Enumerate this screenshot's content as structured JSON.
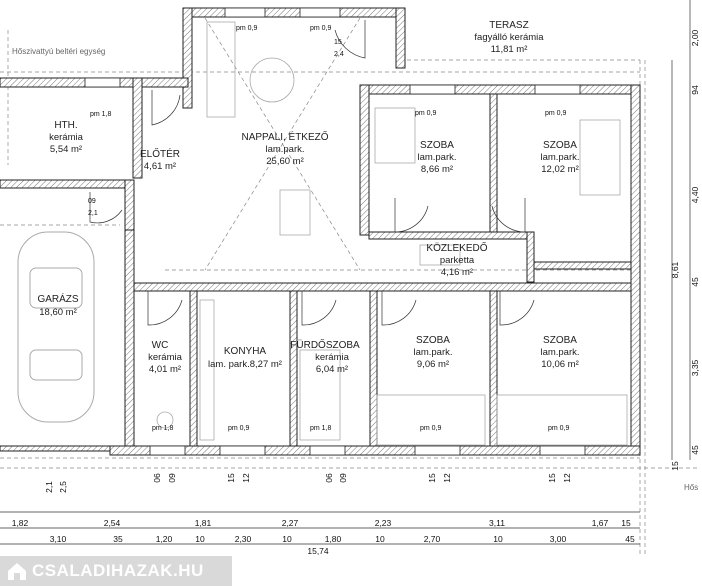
{
  "rooms": {
    "terasz": {
      "name": "TERASZ",
      "sub": "fagyálló kerámia",
      "area": "11,81 m²"
    },
    "nappali": {
      "name": "NAPPALI, ÉTKEZŐ",
      "sub": "lam.park.",
      "area": "25,60 m²"
    },
    "hth": {
      "name": "HTH.",
      "sub": "kerámia",
      "area": "5,54 m²"
    },
    "eloter": {
      "name": "ELŐTÉR",
      "area": "4,61 m²"
    },
    "szoba1": {
      "name": "SZOBA",
      "sub": "lam.park.",
      "area": "8,66 m²"
    },
    "szoba2": {
      "name": "SZOBA",
      "sub": "lam.park.",
      "area": "12,02 m²"
    },
    "kozlekedo": {
      "name": "KÖZLEKEDŐ",
      "sub": "parketta",
      "area": "4,16 m²"
    },
    "garazs": {
      "name": "GARÁZS",
      "area": "18,60 m²"
    },
    "wc": {
      "name": "WC",
      "sub": "kerámia",
      "area": "4,01 m²"
    },
    "konyha": {
      "name": "KONYHA",
      "sub": "lam. park.8,27 m²"
    },
    "furdo": {
      "name": "FÜRDŐSZOBA",
      "sub": "kerámia",
      "area": "6,04 m²"
    },
    "szoba3": {
      "name": "SZOBA",
      "sub": "lam.park.",
      "area": "9,06 m²"
    },
    "szoba4": {
      "name": "SZOBA",
      "sub": "lam.park.",
      "area": "10,06 m²"
    }
  },
  "notes": {
    "hoszivattyu": "Hőszivattyú beltéri egység",
    "hos_right": "Hős"
  },
  "window_marks": {
    "pm09": "pm 0,9",
    "pm18": "pm 1,8",
    "w15": "15",
    "w12": "12",
    "w06": "06",
    "w09": "09",
    "w21": "2,1",
    "w10": "1,0",
    "w24": "2,4"
  },
  "dims_bottom_row1": [
    "1,82",
    "2,54",
    "1,81",
    "2,27",
    "2,23",
    "3,11",
    "1,67",
    "15"
  ],
  "dims_bottom_row2": [
    "3,10",
    "35",
    "1,20",
    "10",
    "2,30",
    "10",
    "1,80",
    "10",
    "2,70",
    "10",
    "3,00",
    "45"
  ],
  "dims_total": "15,74",
  "dims_bottom_row0": [
    "2,1",
    "2,5",
    "06",
    "09",
    "15",
    "12",
    "06",
    "09",
    "15",
    "12",
    "15",
    "12"
  ],
  "dims_right_a": [
    "2,00",
    "94",
    "4,40",
    "45",
    "8,61",
    "3,35",
    "45"
  ],
  "dims_right_b": [
    "15"
  ],
  "logo": {
    "text": "CSALADIHAZAK.HU"
  }
}
